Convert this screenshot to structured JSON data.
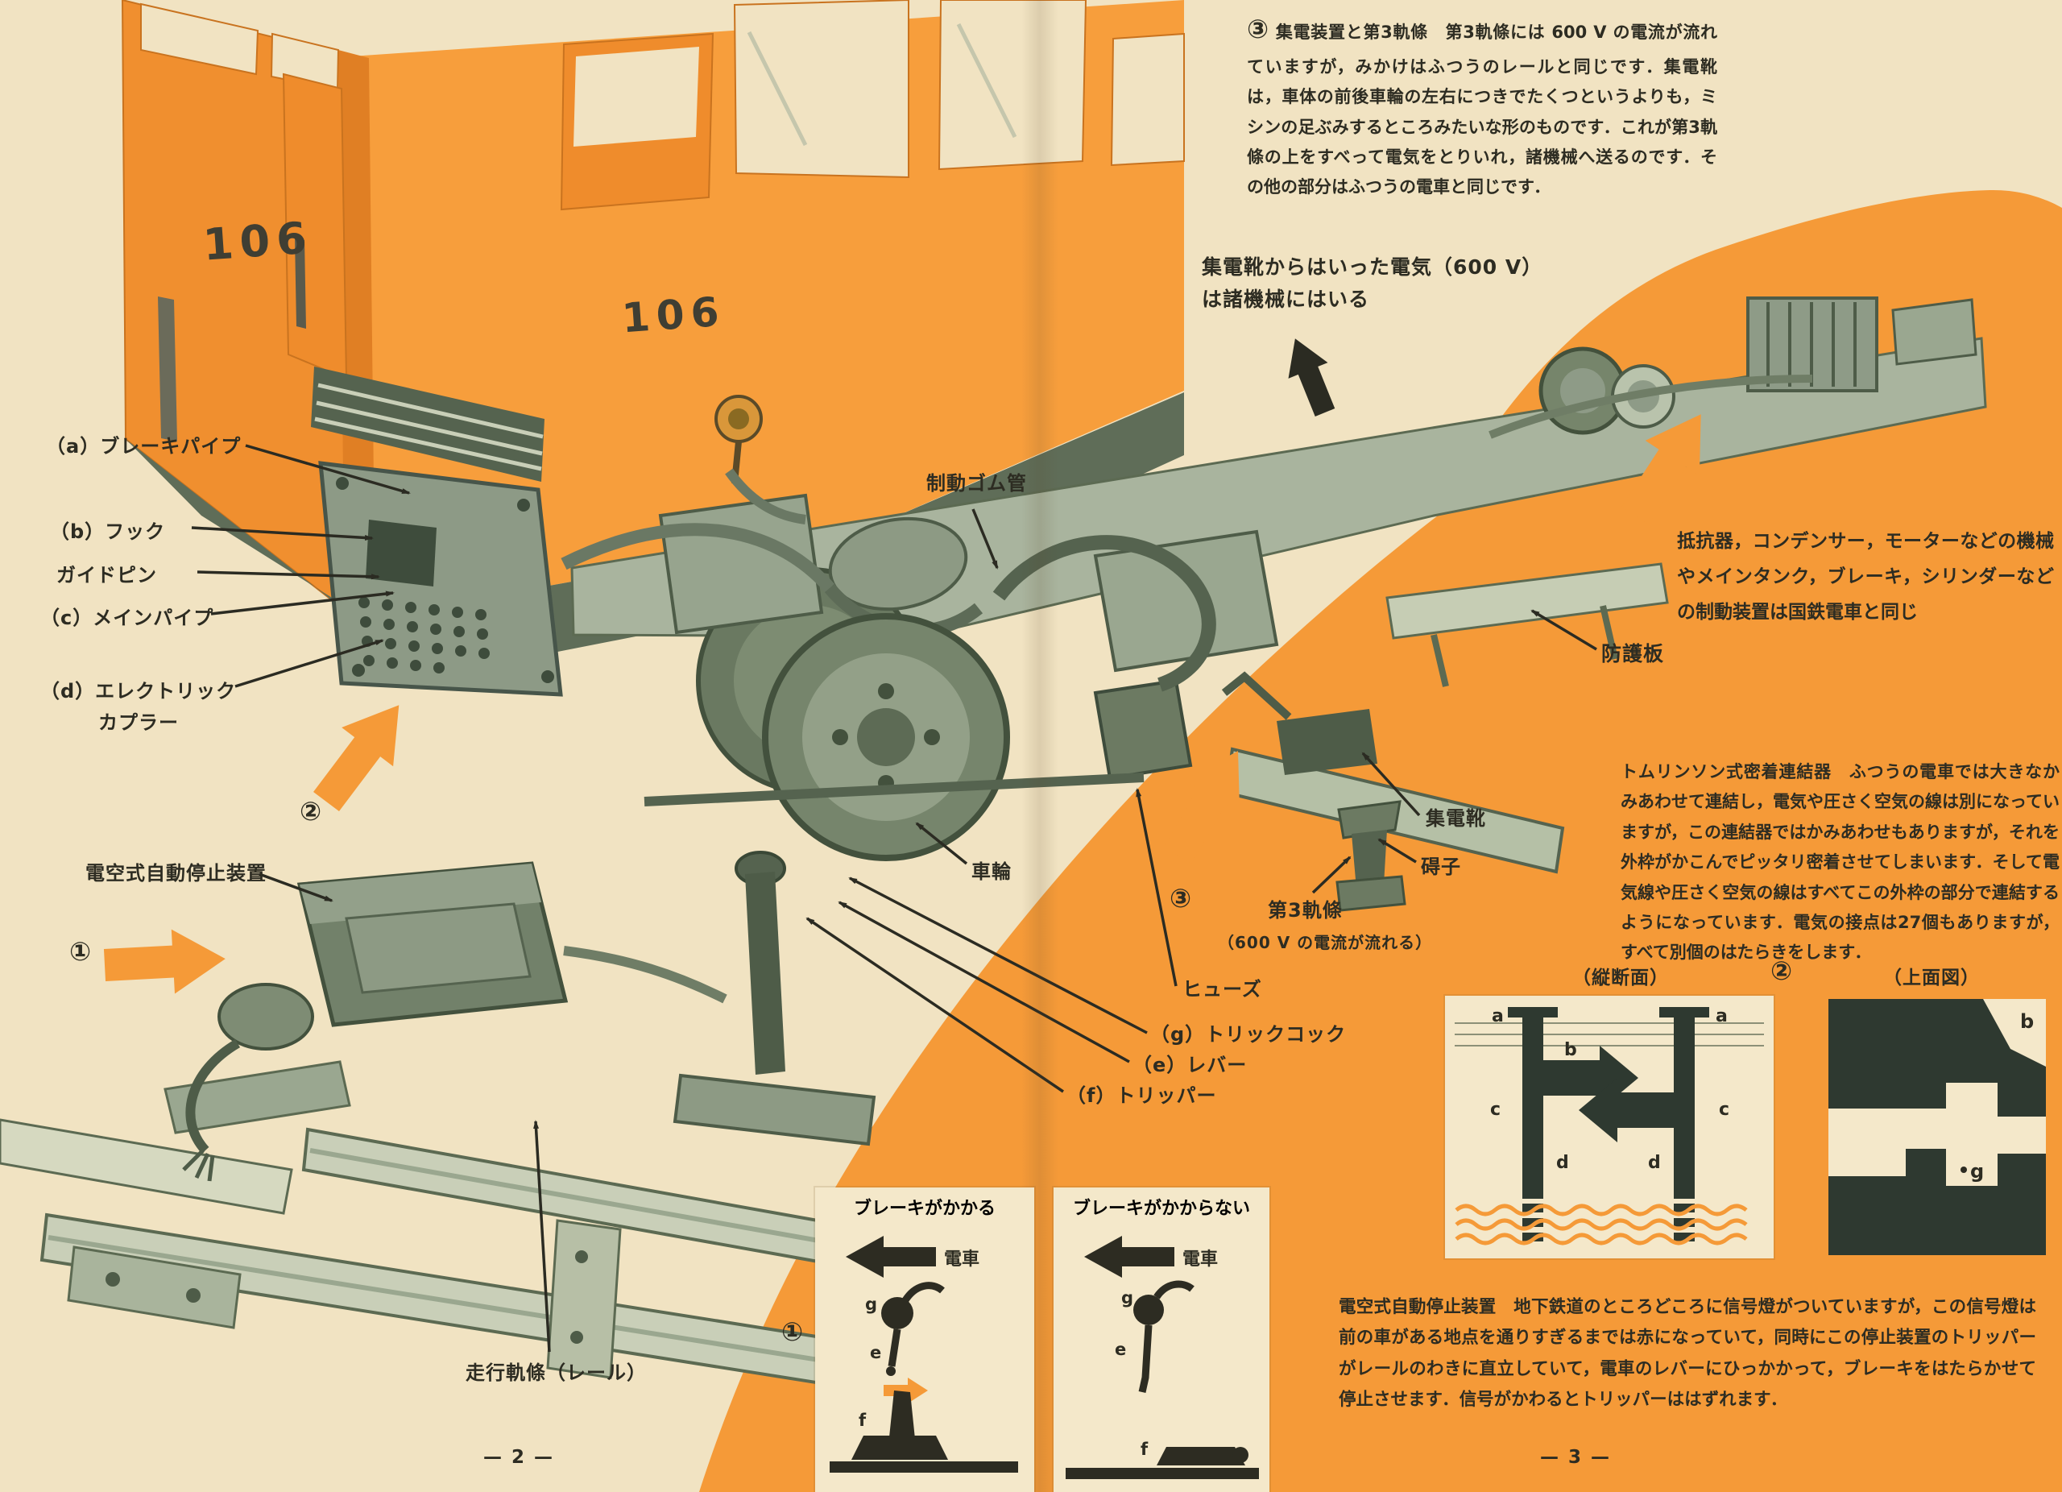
{
  "colors": {
    "orange": "#f59a38",
    "cream": "#f1e3c2",
    "ink": "#2d2c22",
    "machine_sage": "#8d9a84",
    "inset_dark": "#2e3930"
  },
  "train": {
    "car_number": "106"
  },
  "page": {
    "left_number": "— 2 —",
    "right_number": "— 3 —"
  },
  "paragraphs": {
    "third_rail": {
      "num": "③",
      "title": "集電装置と第3軌條",
      "body": "第3軌條には 600 V の電流が流れていますが，みかけはふつうのレールと同じです．集電靴は，車体の前後車輪の左右につきでたくつというよりも，ミシンの足ぶみするところみたいな形のものです．これが第3軌條の上をすべって電気をとりいれ，諸機械へ送るのです．その他の部分はふつうの電車と同じです．"
    },
    "electric_in": {
      "line1": "集電靴からはいった電気（600 V）",
      "line2": "は諸機械にはいる"
    },
    "equipment": {
      "body": "抵抗器，コンデンサー，モーターなどの機械やメインタンク，ブレーキ，シリンダーなどの制動装置は国鉄電車と同じ"
    },
    "tomlinson": {
      "title": "トムリンソン式密着連結器",
      "body": "ふつうの電車では大きなかみあわせて連結し，電気や圧さく空気の線は別になっていますが，この連結器ではかみあわせもありますが，それを外枠がかこんでピッタリ密着させてしまいます．そして電気線や圧さく空気の線はすべてこの外枠の部分で連結するようになっています．電気の接点は27個もありますが，すべて別個のはたらきをします．"
    },
    "auto_stop": {
      "title": "電空式自動停止装置",
      "body": "地下鉄道のところどころに信号燈がついていますが，この信号燈は前の車がある地点を通りすぎるまでは赤になっていて，同時にこの停止装置のトリッパーがレールのわきに直立していて，電車のレバーにひっかかって，ブレーキをはたらかせて停止させます．信号がかわるとトリッパーははずれます．"
    }
  },
  "labels": {
    "brake_pipe": "（a）ブレーキパイプ",
    "hook": "（b）フック",
    "guide_pin": "ガイドピン",
    "main_pipe": "（c）メインパイプ",
    "electric_coupler_1": "（d）エレクトリック",
    "electric_coupler_2": "カプラー",
    "auto_stop_device": "電空式自動停止装置",
    "brake_hose": "制動ゴム管",
    "wheel": "車輪",
    "fuse": "ヒューズ",
    "trick_cock": "（g）トリックコック",
    "lever": "（e）レバー",
    "tripper": "（f）トリッパー",
    "running_rail": "走行軌條（レール）",
    "collector_shoe": "集電靴",
    "insulator": "碍子",
    "third_rail": "第3軌條",
    "third_rail_note": "（600 V の電流が流れる）",
    "guard_board": "防護板",
    "num1": "①",
    "num2": "②",
    "num3": "③"
  },
  "insets": {
    "cross_section": {
      "title": "（縦断面）",
      "letters": [
        "a",
        "a",
        "b",
        "c",
        "c",
        "d",
        "d"
      ]
    },
    "top_view": {
      "title": "（上面図）",
      "num": "②",
      "letters": [
        "b",
        "g"
      ]
    },
    "brake_on": {
      "title": "ブレーキがかかる",
      "train": "電車",
      "letters": [
        "g",
        "e",
        "f"
      ]
    },
    "brake_off": {
      "title": "ブレーキがかからない",
      "train": "電車",
      "letters": [
        "g",
        "e",
        "f"
      ]
    },
    "num1": "①"
  }
}
